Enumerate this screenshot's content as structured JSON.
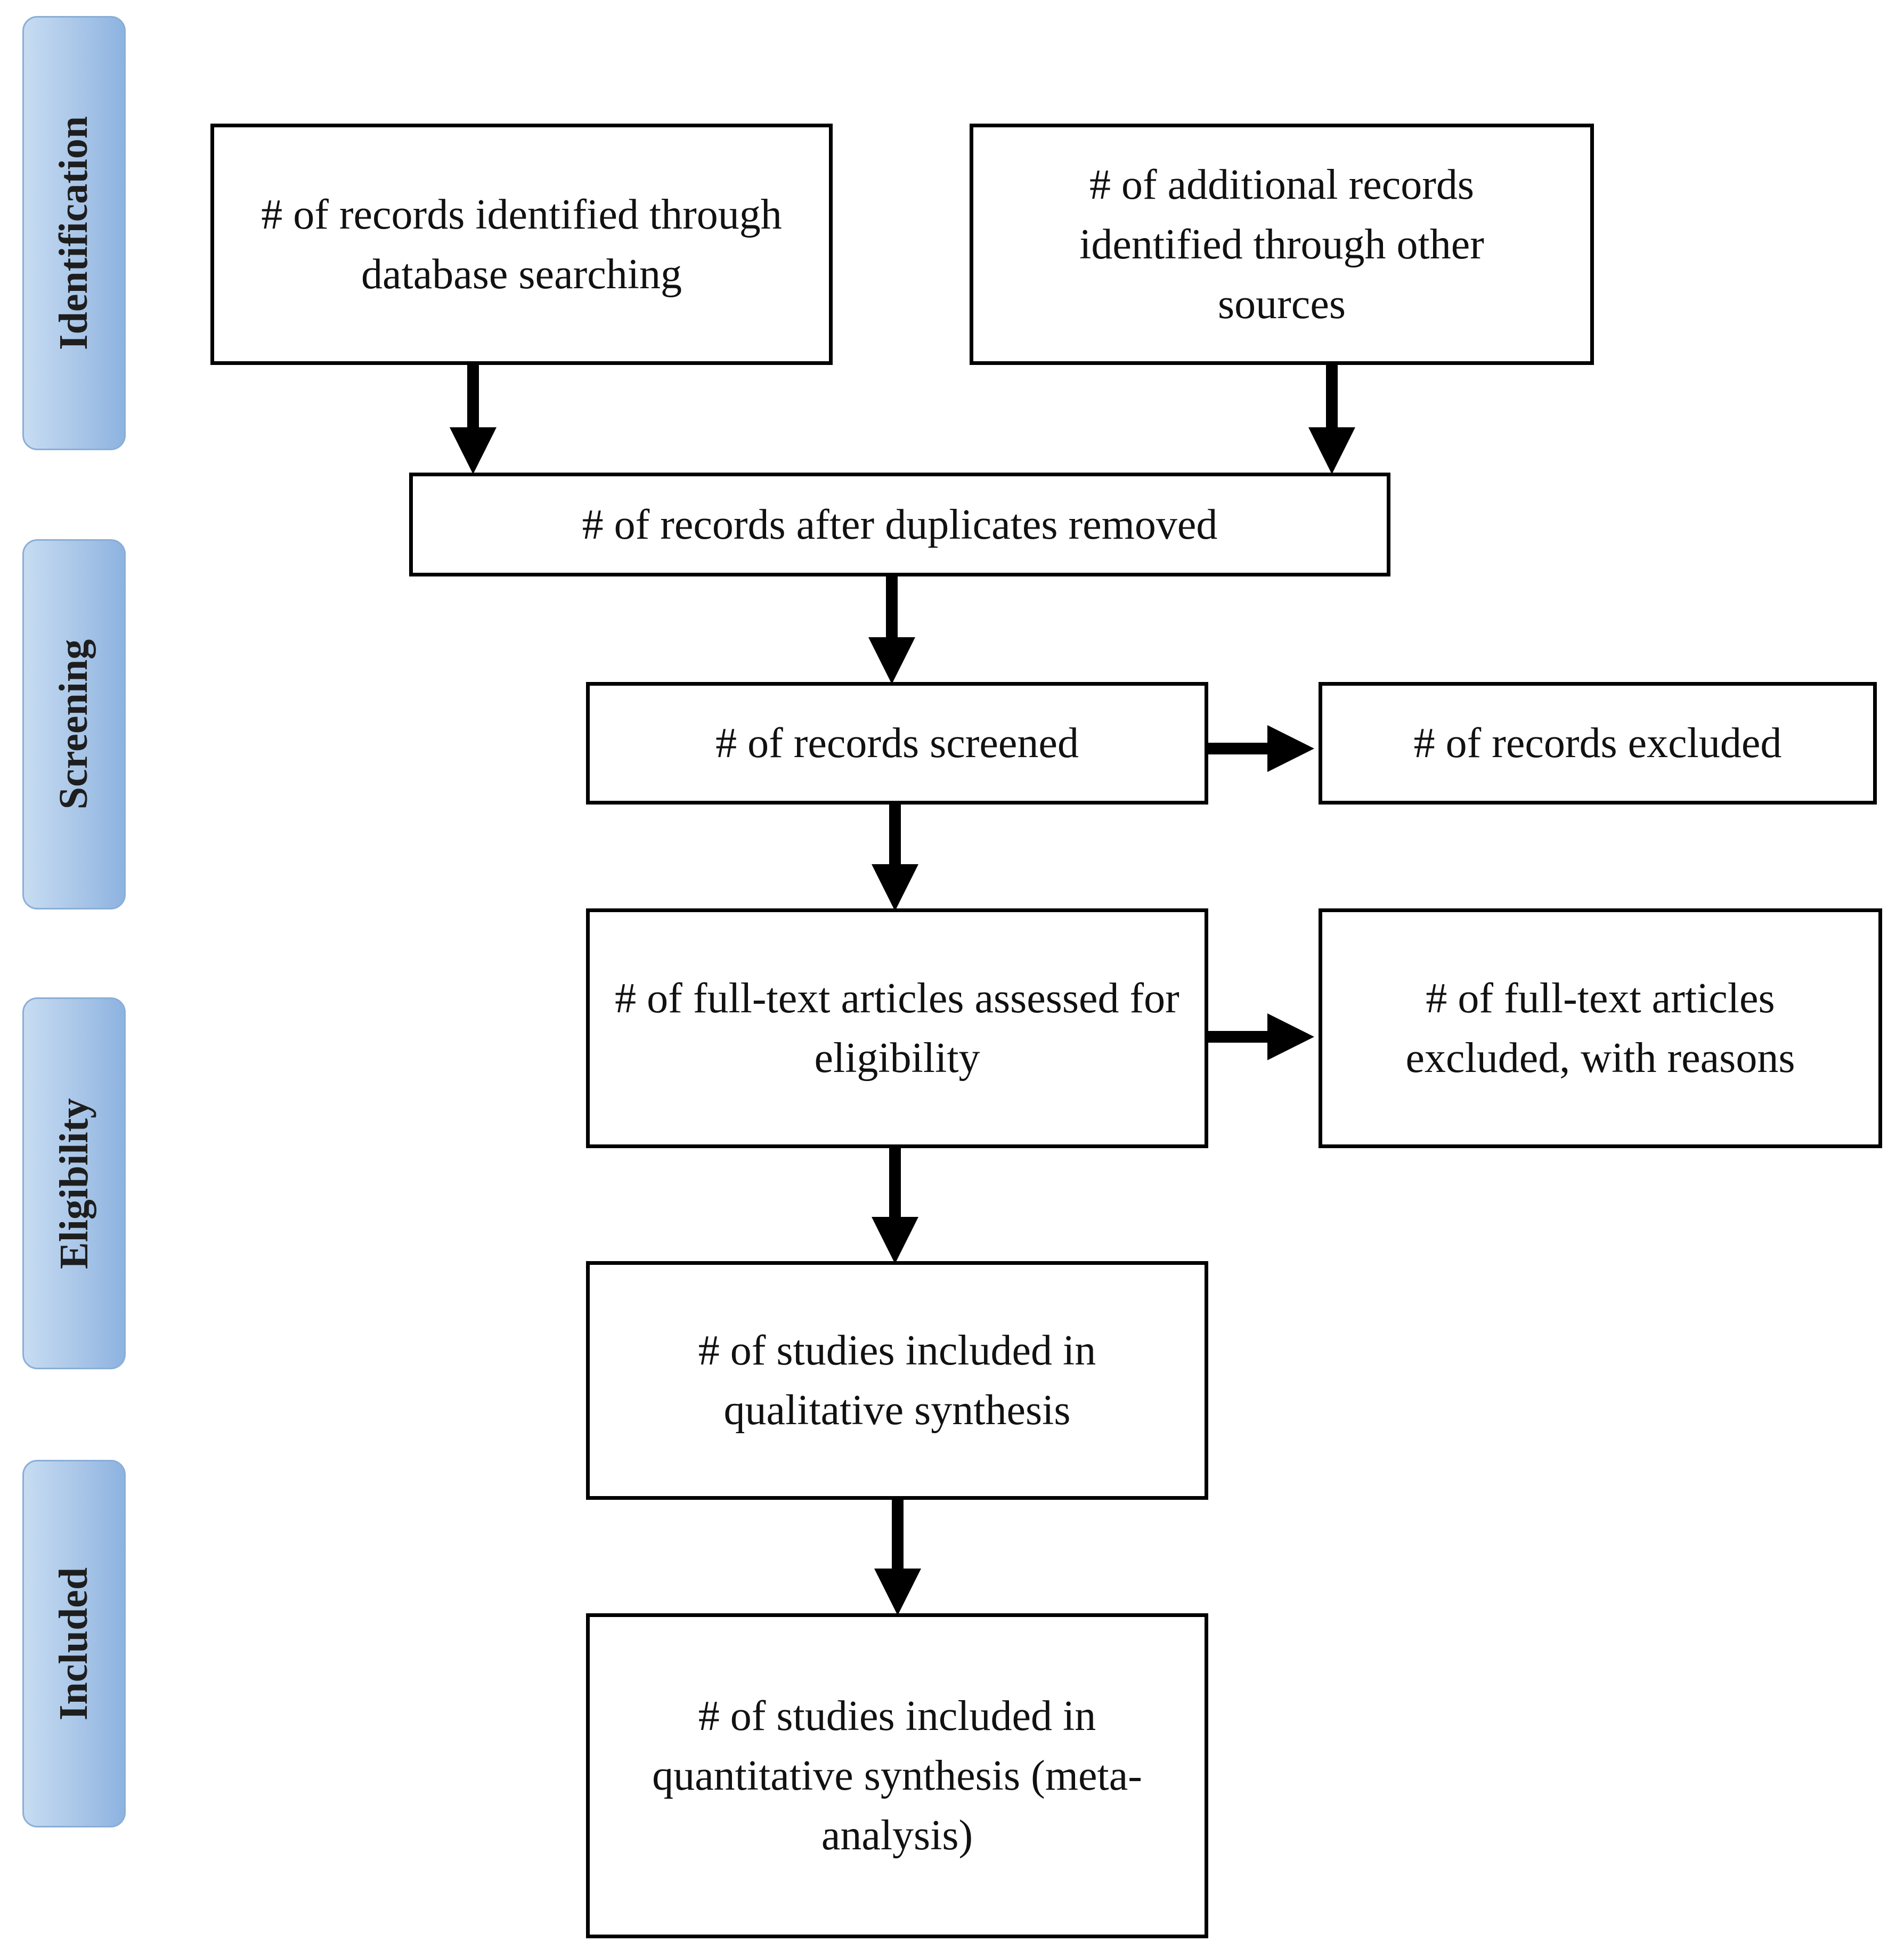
{
  "phases": [
    {
      "id": "identification",
      "label": "Identification"
    },
    {
      "id": "screening",
      "label": "Screening"
    },
    {
      "id": "eligibility",
      "label": "Eligibility"
    },
    {
      "id": "included",
      "label": "Included"
    }
  ],
  "boxes": {
    "database_search": "# of records identified through database searching",
    "other_sources": "# of additional records identified through other sources",
    "duplicates_removed": "# of records after duplicates removed",
    "screened": "# of records screened",
    "excluded": "# of records excluded",
    "fulltext_assessed": "# of full-text articles assessed for eligibility",
    "fulltext_excluded": "# of full-text articles excluded, with reasons",
    "qualitative": "# of studies included in qualitative synthesis",
    "quantitative": "# of studies included in quantitative synthesis (meta-analysis)"
  },
  "colors": {
    "phase_fill": "#a9c6e8",
    "phase_border": "#8aaed6",
    "box_border": "#000000"
  }
}
